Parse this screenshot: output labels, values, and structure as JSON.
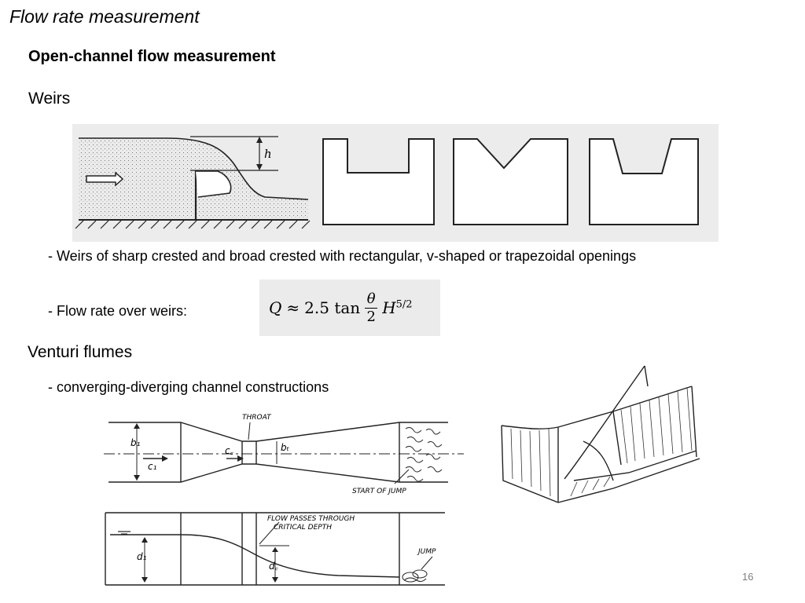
{
  "slide": {
    "title": "Flow rate measurement",
    "subtitle": "Open-channel flow measurement",
    "weirs_heading": "Weirs",
    "bullet_weir_types": "- Weirs of sharp crested and broad crested with rectangular, v-shaped or trapezoidal  openings",
    "bullet_flow_rate": "- Flow rate over weirs:",
    "venturi_heading": "Venturi flumes",
    "bullet_venturi": "- converging-diverging channel constructions",
    "page_number": "16"
  },
  "formula": {
    "lhs": "Q",
    "approx": "≈",
    "coefficient": "2.5 tan",
    "frac_num": "θ",
    "frac_den": "2",
    "var": "H",
    "exponent": "5/2"
  },
  "weir_figure": {
    "head_label": "h"
  },
  "venturi_plan": {
    "throat_label": "THROAT",
    "b1_label": "b₁",
    "bt_label": "bₜ",
    "c1_label": "c₁",
    "cc_label": "c꜀",
    "jump_label": "START OF JUMP"
  },
  "venturi_profile": {
    "flow_label_1": "FLOW PASSES THROUGH",
    "flow_label_2": "CRITICAL DEPTH",
    "d1_label": "d₁",
    "dc_label": "d꜀",
    "jump_label": "JUMP"
  }
}
